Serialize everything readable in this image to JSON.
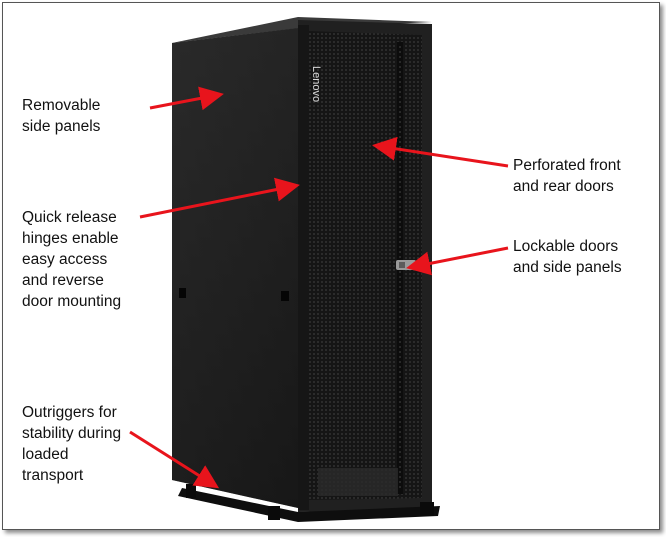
{
  "brand_text": "Lenovo",
  "colors": {
    "arrow": "#e8141c",
    "cabinet_dark": "#1b1b1b",
    "cabinet_side": "#2c2c2c",
    "door_mesh": "#121212",
    "frame_border": "#555555"
  },
  "callouts": {
    "removable_side_panels": "Removable\nside panels",
    "quick_release_hinges": "Quick release\nhinges enable\neasy access\nand reverse\ndoor mounting",
    "outriggers": "Outriggers for\nstability during\nloaded\ntransport",
    "perforated_doors": "Perforated front\nand rear doors",
    "lockable_doors": "Lockable doors\nand side panels"
  }
}
